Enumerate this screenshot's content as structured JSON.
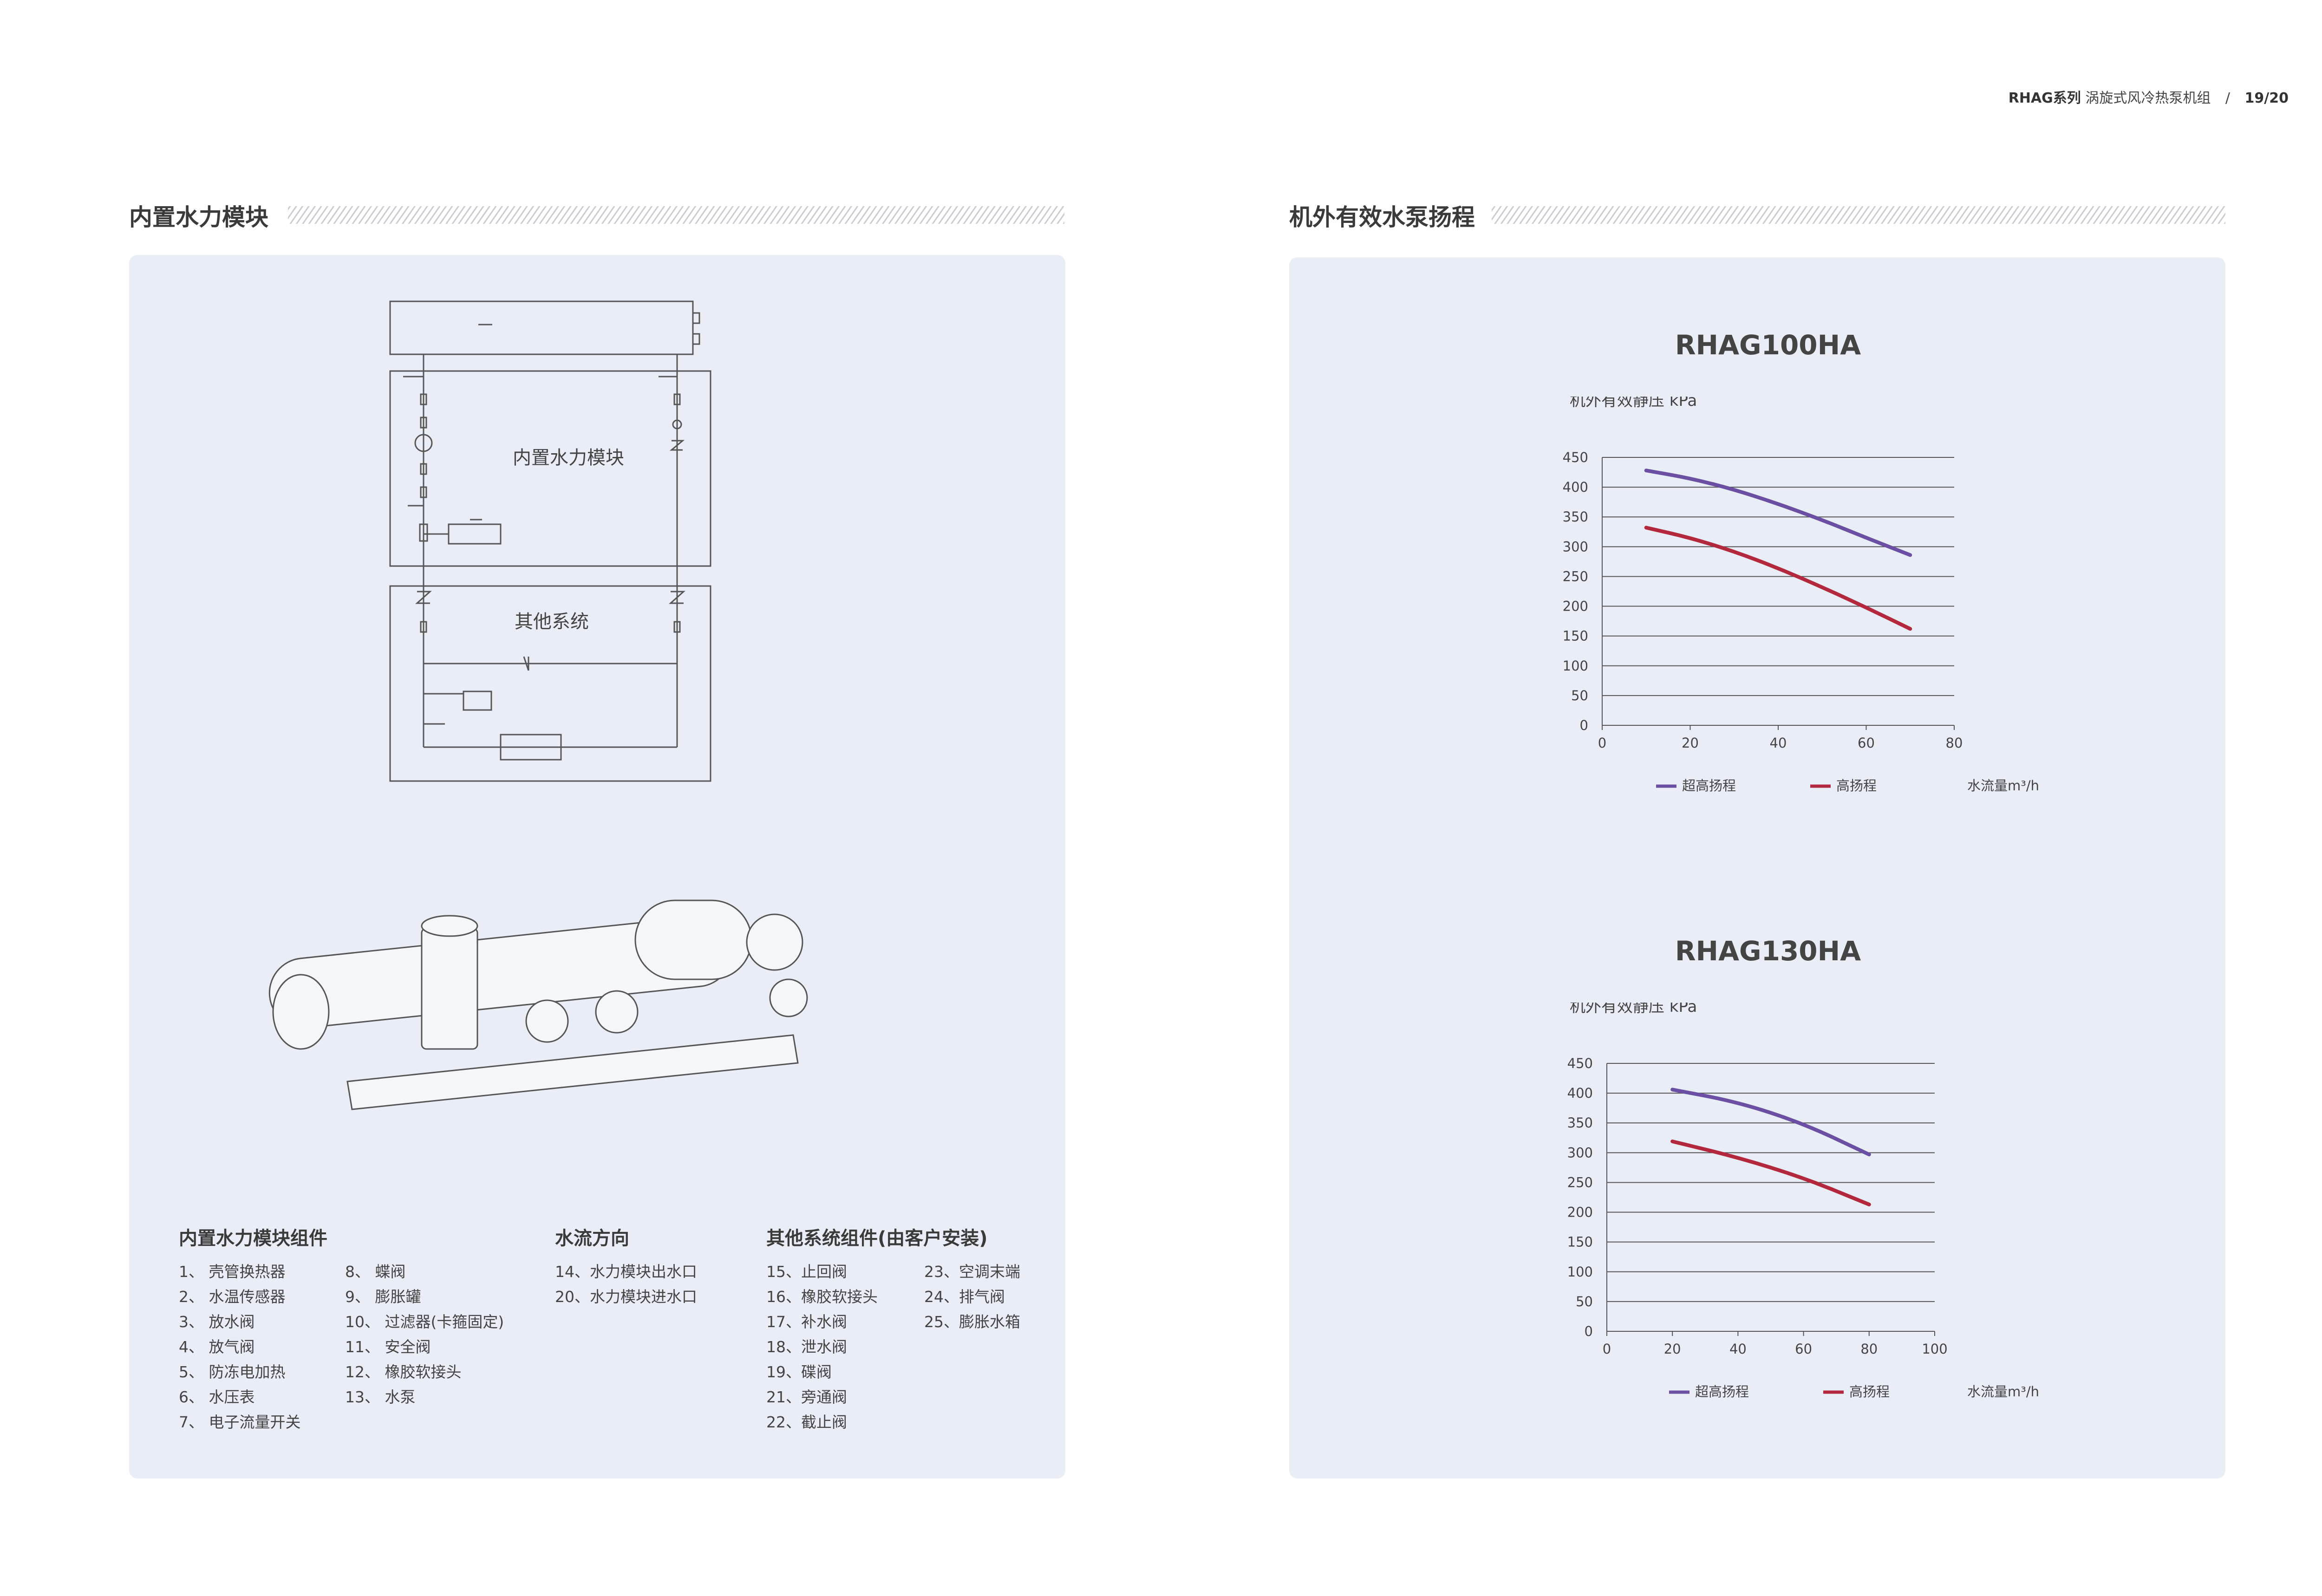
{
  "header": {
    "brand": "RHAG系列",
    "subtitle": "涡旋式风冷热泵机组",
    "page": "19/20"
  },
  "left": {
    "title": "内置水力模块",
    "schematic": {
      "module_label": "内置水力模块",
      "other_label": "其他系统"
    },
    "groups": [
      {
        "heading": "内置水力模块组件",
        "col1": [
          "1、 壳管换热器",
          "2、 水温传感器",
          "3、 放水阀",
          "4、 放气阀",
          "5、 防冻电加热",
          "6、 水压表",
          "7、 电子流量开关"
        ],
        "col2": [
          "8、 蝶阀",
          "9、 膨胀罐",
          "10、 过滤器(卡箍固定)",
          "11、 安全阀",
          "12、 橡胶软接头",
          "13、 水泵"
        ]
      },
      {
        "heading": "水流方向",
        "col1": [
          "14、水力模块出水口",
          "20、水力模块进水口"
        ]
      },
      {
        "heading": "其他系统组件(由客户安装)",
        "col1": [
          "15、止回阀",
          "16、橡胶软接头",
          "17、补水阀",
          "18、泄水阀",
          "19、碟阀",
          "21、旁通阀",
          "22、截止阀"
        ],
        "col2": [
          "23、空调末端",
          "24、排气阀",
          "25、膨胀水箱"
        ]
      }
    ]
  },
  "right": {
    "title": "机外有效水泵扬程",
    "charts": [
      {
        "title": "RHAG100HA",
        "ylabel": "机外有效静压  kPa",
        "xlabel": "水流量m³/h"
      },
      {
        "title": "RHAG130HA",
        "ylabel": "机外有效静压  kPa",
        "xlabel": "水流量m³/h"
      }
    ]
  },
  "colors": {
    "panel": "#e8edf6",
    "purple": "#6a4fa3",
    "red": "#b3283d"
  },
  "chart_data": [
    {
      "type": "line",
      "title": "RHAG100HA",
      "xlabel": "水流量m³/h",
      "ylabel": "机外有效静压  kPa",
      "xlim": [
        0,
        80
      ],
      "ylim": [
        0,
        450
      ],
      "xticks": [
        0,
        20,
        40,
        60,
        80
      ],
      "yticks": [
        0,
        50,
        100,
        150,
        200,
        250,
        300,
        350,
        400,
        450
      ],
      "grid": true,
      "legend": "bottom",
      "series": [
        {
          "name": "超高扬程",
          "color": "#6a4fa3",
          "x": [
            10,
            20,
            30,
            40,
            50,
            60,
            70
          ],
          "y": [
            428,
            415,
            396,
            372,
            345,
            315,
            286
          ]
        },
        {
          "name": "高扬程",
          "color": "#b3283d",
          "x": [
            10,
            20,
            30,
            40,
            50,
            60,
            70
          ],
          "y": [
            332,
            315,
            292,
            264,
            232,
            198,
            162
          ]
        }
      ]
    },
    {
      "type": "line",
      "title": "RHAG130HA",
      "xlabel": "水流量m³/h",
      "ylabel": "机外有效静压  kPa",
      "xlim": [
        0,
        100
      ],
      "ylim": [
        0,
        450
      ],
      "xticks": [
        0,
        20,
        40,
        60,
        80,
        100
      ],
      "yticks": [
        0,
        50,
        100,
        150,
        200,
        250,
        300,
        350,
        400,
        450
      ],
      "grid": true,
      "legend": "bottom",
      "series": [
        {
          "name": "超高扬程",
          "color": "#6a4fa3",
          "x": [
            20,
            40,
            60,
            80
          ],
          "y": [
            406,
            385,
            349,
            297
          ]
        },
        {
          "name": "高扬程",
          "color": "#b3283d",
          "x": [
            20,
            40,
            60,
            80
          ],
          "y": [
            319,
            292,
            258,
            213
          ]
        }
      ]
    }
  ]
}
